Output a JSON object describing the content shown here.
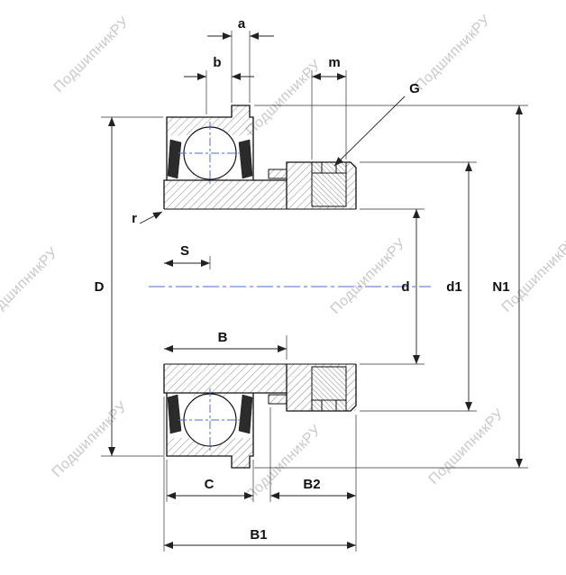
{
  "watermark": {
    "text": "ПодшипникРУ",
    "color": "#c9c9c9"
  },
  "dims": {
    "a": "a",
    "b": "b",
    "m": "m",
    "G": "G",
    "r": "r",
    "S": "S",
    "D": "D",
    "B": "B",
    "d": "d",
    "d1": "d1",
    "N1": "N1",
    "C": "C",
    "B2": "B2",
    "B1": "B1"
  },
  "colors": {
    "centerline": "#4a6fd1",
    "outline": "#111111",
    "hatch": "#555555",
    "dimension": "#222222",
    "watermark": "#c9c9c9",
    "background": "#ffffff"
  }
}
